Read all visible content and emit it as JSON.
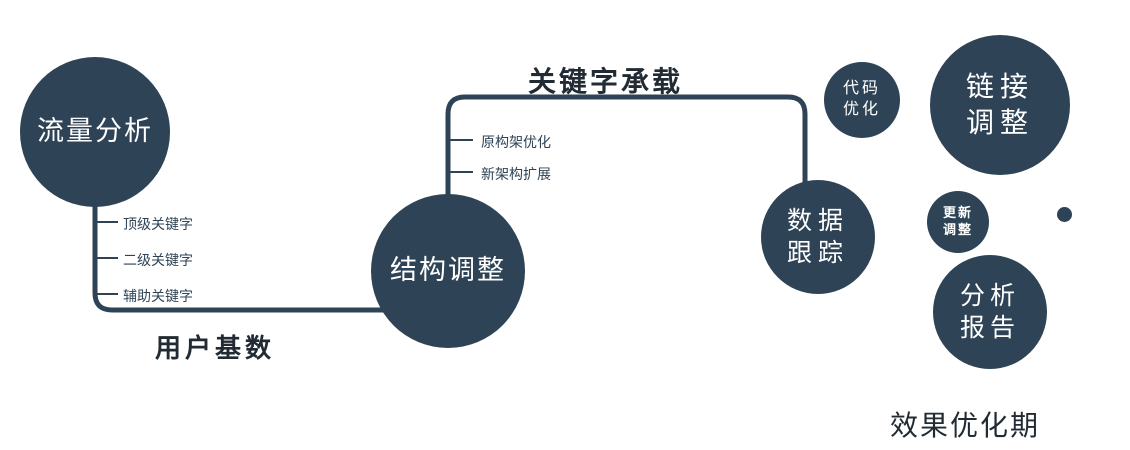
{
  "colors": {
    "primary": "#2E4355",
    "node_text": "#FFFFFF",
    "label_text": "#222B33"
  },
  "nodes": {
    "traffic": {
      "label": "流量分析"
    },
    "structure": {
      "label": "结构调整"
    },
    "data_tracking": {
      "line1": "数据",
      "line2": "跟踪"
    },
    "code_optimization": {
      "line1": "代码",
      "line2": "优化"
    },
    "link_adjustment": {
      "line1": "链接",
      "line2": "调整"
    },
    "update_adjustment": {
      "line1": "更新",
      "line2": "调整"
    },
    "analysis_report": {
      "line1": "分析",
      "line2": "报告"
    }
  },
  "edge_labels": {
    "user_base": "用户基数",
    "keyword_carrying": "关键字承载"
  },
  "branches": {
    "traffic": [
      "顶级关键字",
      "二级关键字",
      "辅助关键字"
    ],
    "structure": [
      "原构架优化",
      "新架构扩展"
    ]
  },
  "caption": "效果优化期"
}
